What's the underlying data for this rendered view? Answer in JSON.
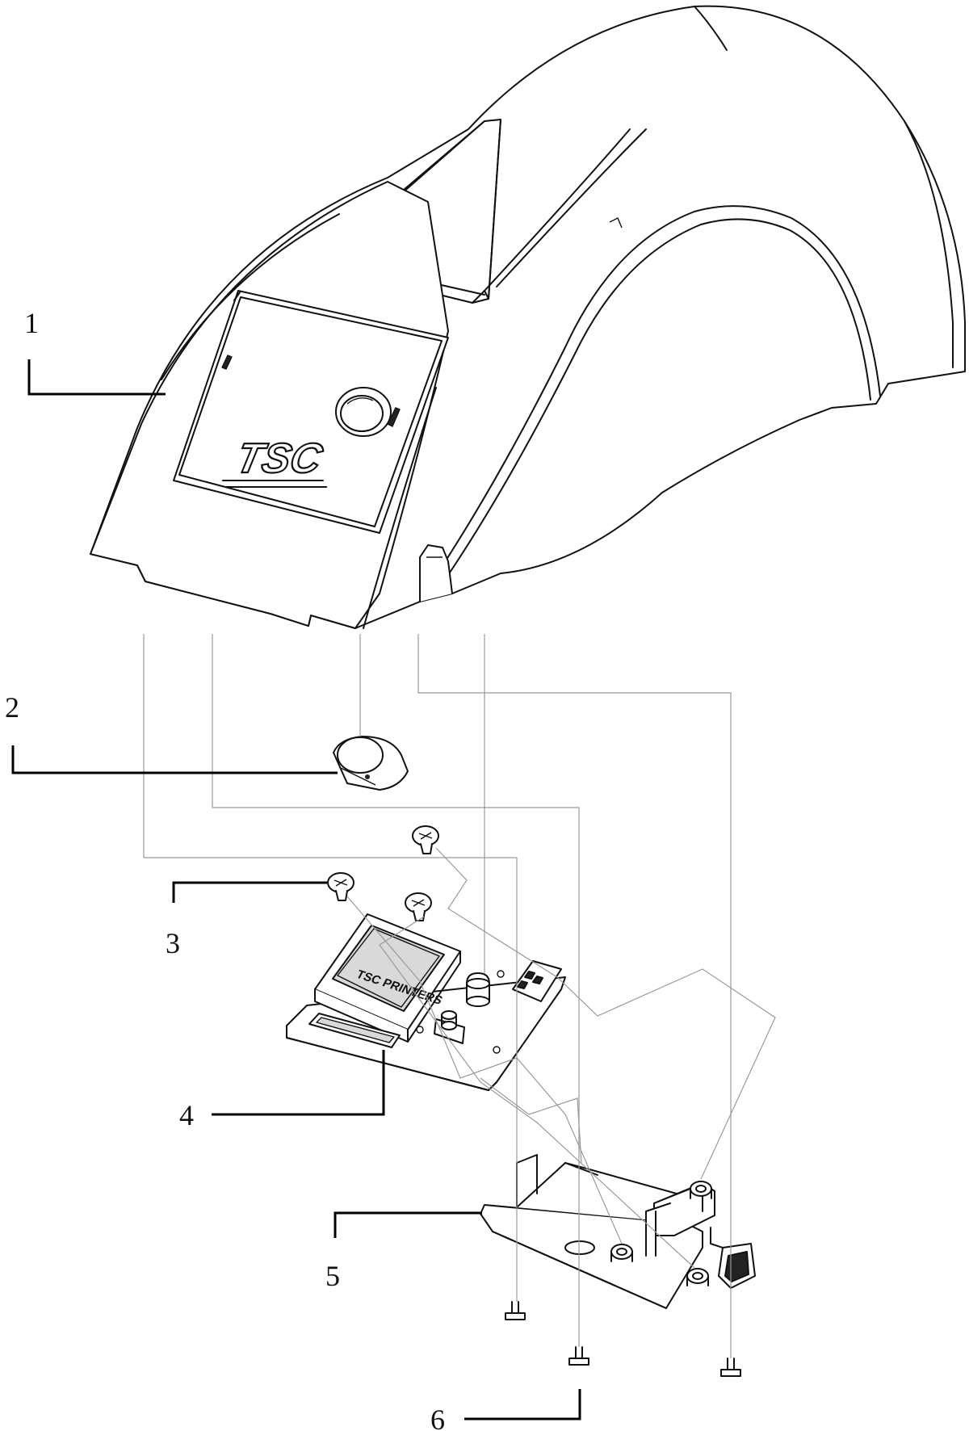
{
  "diagram": {
    "logo_cover": "TSC",
    "logo_pcb": "TSC PRINTERS",
    "callouts": [
      {
        "id": "part-1",
        "label": "1"
      },
      {
        "id": "part-2",
        "label": "2"
      },
      {
        "id": "part-3",
        "label": "3"
      },
      {
        "id": "part-4",
        "label": "4"
      },
      {
        "id": "part-5",
        "label": "5"
      },
      {
        "id": "part-6",
        "label": "6"
      }
    ]
  }
}
